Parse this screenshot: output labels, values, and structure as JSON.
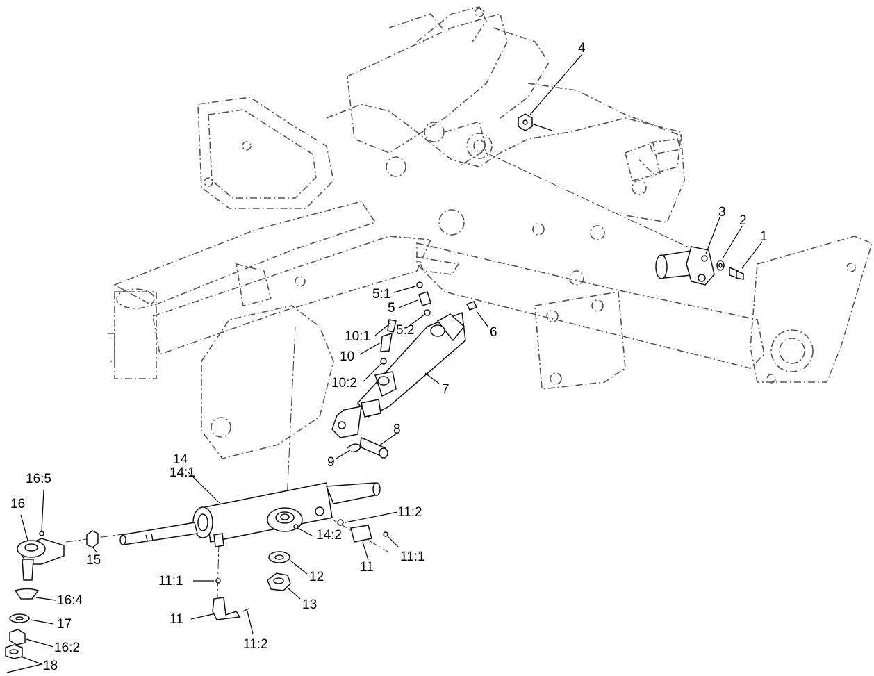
{
  "callouts": [
    {
      "id": "c1",
      "text": "1"
    },
    {
      "id": "c2",
      "text": "2"
    },
    {
      "id": "c3",
      "text": "3"
    },
    {
      "id": "c4",
      "text": "4"
    },
    {
      "id": "c5_1",
      "text": "5:1"
    },
    {
      "id": "c5",
      "text": "5"
    },
    {
      "id": "c5_2",
      "text": "5:2"
    },
    {
      "id": "c6",
      "text": "6"
    },
    {
      "id": "c7",
      "text": "7"
    },
    {
      "id": "c8",
      "text": "8"
    },
    {
      "id": "c9",
      "text": "9"
    },
    {
      "id": "c10_1",
      "text": "10:1"
    },
    {
      "id": "c10",
      "text": "10"
    },
    {
      "id": "c10_2",
      "text": "10:2"
    },
    {
      "id": "c11a",
      "text": "11"
    },
    {
      "id": "c11_2a",
      "text": "11:2"
    },
    {
      "id": "c11_1a",
      "text": "11:1"
    },
    {
      "id": "c11b",
      "text": "11"
    },
    {
      "id": "c11_1b",
      "text": "11:1"
    },
    {
      "id": "c11_2b",
      "text": "11:2"
    },
    {
      "id": "c12",
      "text": "12"
    },
    {
      "id": "c13",
      "text": "13"
    },
    {
      "id": "c14",
      "text": "14"
    },
    {
      "id": "c14_1",
      "text": "14:1"
    },
    {
      "id": "c14_2",
      "text": "14:2"
    },
    {
      "id": "c15",
      "text": "15"
    },
    {
      "id": "c16",
      "text": "16"
    },
    {
      "id": "c16_5",
      "text": "16:5"
    },
    {
      "id": "c16_4",
      "text": "16:4"
    },
    {
      "id": "c16_2",
      "text": "16:2"
    },
    {
      "id": "c17",
      "text": "17"
    },
    {
      "id": "c18",
      "text": "18"
    }
  ]
}
